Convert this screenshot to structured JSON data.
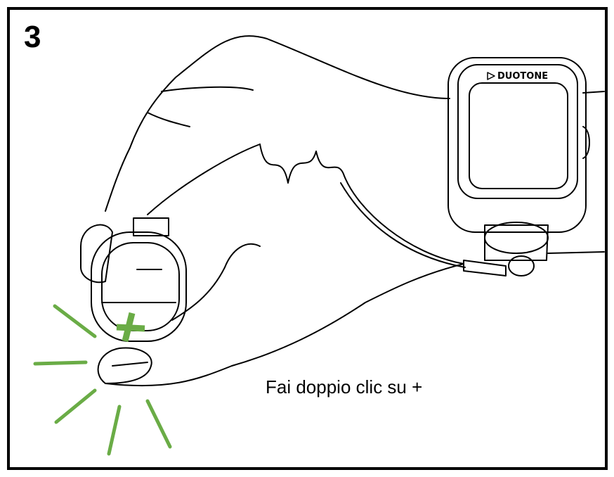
{
  "step_number": "3",
  "instruction": "Fai doppio clic su +",
  "device_brand": "DUOTONE",
  "colors": {
    "accent": "#6aac46",
    "line": "#000000"
  }
}
